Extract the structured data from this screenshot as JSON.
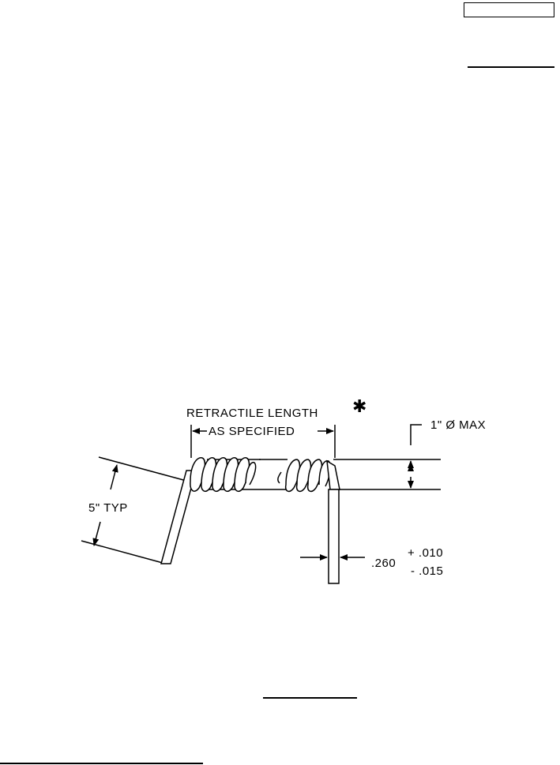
{
  "page": {
    "number_box_text": ""
  },
  "drawing": {
    "title_line1": "RETRACTILE LENGTH",
    "star_mark": "✱",
    "title_line2": "AS SPECIFIED",
    "diameter_label": "1\" Ø MAX",
    "lead_length_label": "5\" TYP",
    "wire_dim_nominal": ".260",
    "tol_plus": "+ .010",
    "tol_minus": "- .015"
  }
}
